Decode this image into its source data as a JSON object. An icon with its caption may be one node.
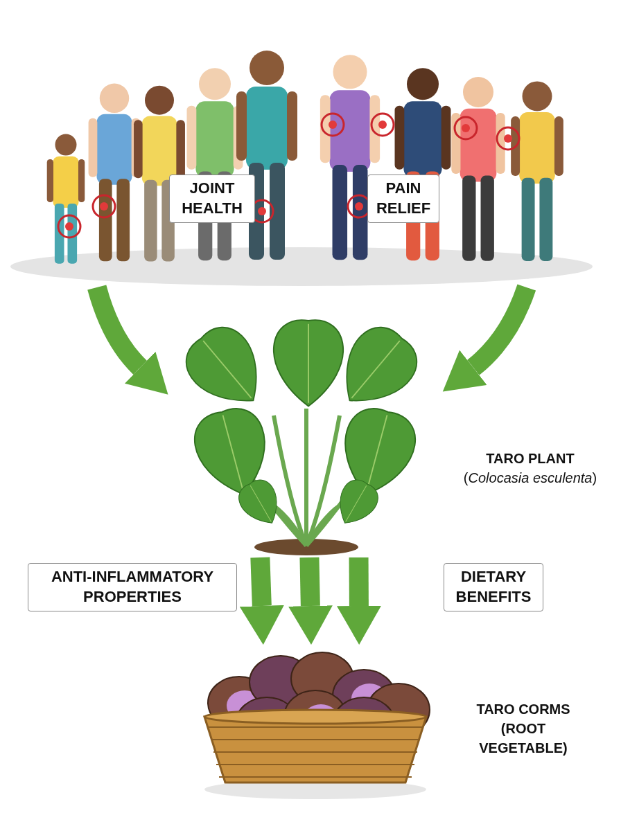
{
  "diagram": {
    "nodes": [
      {
        "text": [],
        "shape": "picture"
      },
      {
        "text": [
          "JOINT HEALTH"
        ],
        "in": 0
      },
      {
        "text": [
          "PAIN RELIEF"
        ],
        "in": 0
      },
      {
        "text": [],
        "shape": "picture",
        "beside": [
          "TARO PLANT",
          "(*Colocasia esculenta*)"
        ]
      },
      {
        "text": [
          "ANTI-INFLAMMATORY PROPERTIES"
        ]
      },
      {
        "text": [
          "DIETARY BENEFITS"
        ]
      },
      {
        "text": [],
        "shape": "picture",
        "beside": [
          "TARO CORMS (ROOT VEGETABLE)"
        ]
      }
    ],
    "edges": [
      {
        "from": 0,
        "to": 3,
        "arrow": "to"
      },
      {
        "from": 0,
        "to": 3,
        "arrow": "to"
      },
      {
        "from": 3,
        "to": 6,
        "arrow": "to"
      },
      {
        "from": 3,
        "to": 6,
        "arrow": "to"
      },
      {
        "from": 3,
        "to": 6,
        "arrow": "to"
      }
    ]
  }
}
